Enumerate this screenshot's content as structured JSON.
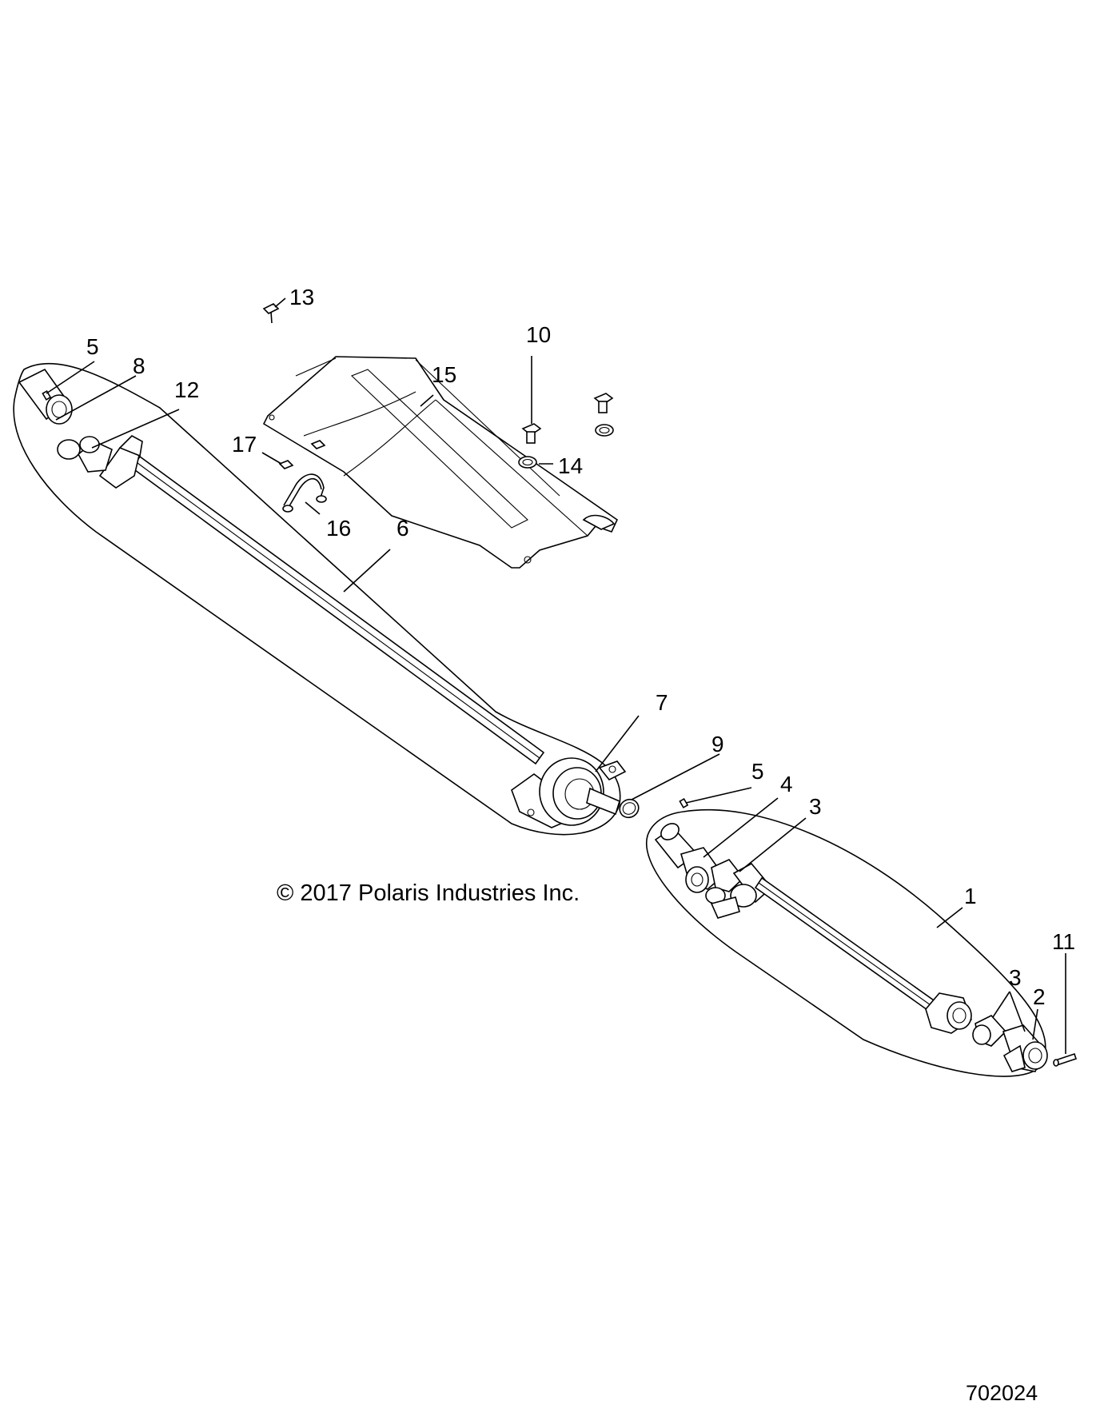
{
  "callouts": {
    "c1": "1",
    "c2": "2",
    "c3a": "3",
    "c3b": "3",
    "c4": "4",
    "c5a": "5",
    "c5b": "5",
    "c6": "6",
    "c7": "7",
    "c8": "8",
    "c9": "9",
    "c10": "10",
    "c11": "11",
    "c12": "12",
    "c13": "13",
    "c14": "14",
    "c15": "15",
    "c16": "16",
    "c17": "17"
  },
  "copyright": "© 2017 Polaris Industries Inc.",
  "figure_number": "702024"
}
